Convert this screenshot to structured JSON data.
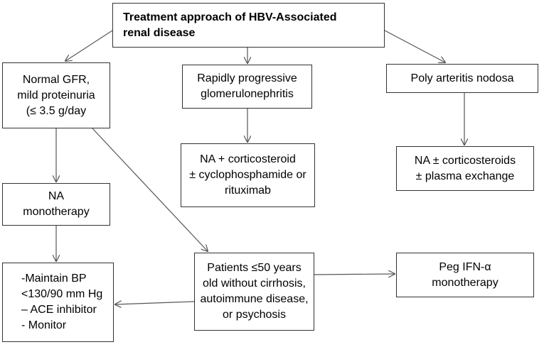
{
  "title": "Treatment approach of HBV-Associated\nrenal disease",
  "nodes": {
    "normal_gfr": "Normal GFR,\nmild proteinuria\n(≤ 3.5 g/day",
    "rpgn": "Rapidly progressive\nglomerulonephritis",
    "pan": "Poly arteritis nodosa",
    "rpgn_treatment": "NA + corticosteroid\n± cyclophosphamide or\nrituximab",
    "pan_treatment": "NA ± corticosteroids\n± plasma exchange",
    "na_mono": "NA\nmonotherapy",
    "maintain": "-Maintain BP\n<130/90 mm Hg\n– ACE inhibitor\n- Monitor",
    "patients": "Patients ≤50 years\nold without cirrhosis,\nautoimmune disease,\nor psychosis",
    "peg_ifn": "Peg IFN-α\nmonotherapy"
  },
  "colors": {
    "border": "#333333",
    "arrow": "#555555",
    "text": "#000000"
  }
}
